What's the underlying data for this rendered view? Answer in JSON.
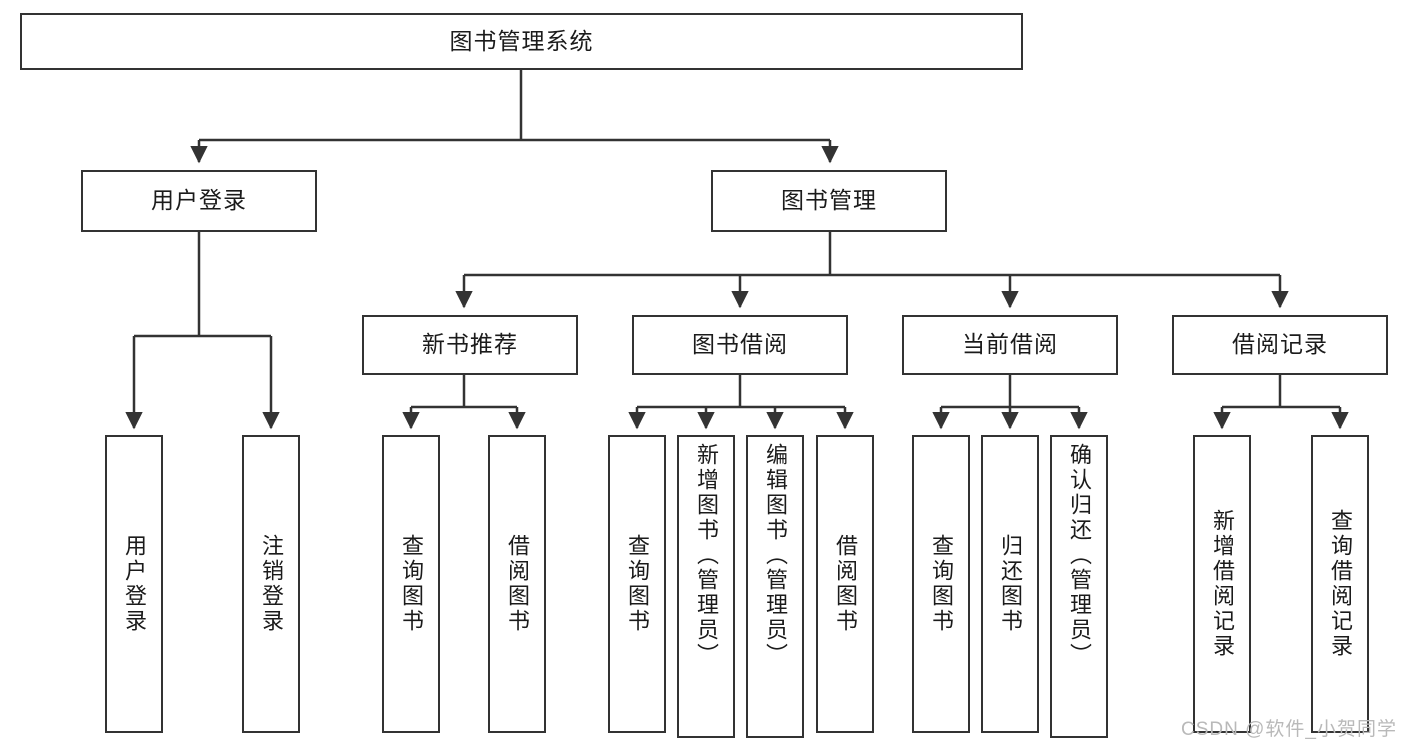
{
  "diagram": {
    "type": "tree-hierarchy",
    "title": "图书管理系统",
    "root": {
      "id": "root",
      "label": "图书管理系统"
    },
    "level2": [
      {
        "id": "user-login",
        "label": "用户登录"
      },
      {
        "id": "book-manage",
        "label": "图书管理"
      }
    ],
    "level3": [
      {
        "id": "new-book-recommend",
        "label": "新书推荐",
        "parent": "book-manage"
      },
      {
        "id": "book-borrow",
        "label": "图书借阅",
        "parent": "book-manage"
      },
      {
        "id": "current-borrow",
        "label": "当前借阅",
        "parent": "book-manage"
      },
      {
        "id": "borrow-record",
        "label": "借阅记录",
        "parent": "book-manage"
      }
    ],
    "leaves": {
      "user_login": [
        {
          "id": "leaf-user-login",
          "label": "用户登录"
        },
        {
          "id": "leaf-logout",
          "label": "注销登录"
        }
      ],
      "new_book_recommend": [
        {
          "id": "leaf-query-book-1",
          "label": "查询图书"
        },
        {
          "id": "leaf-borrow-book-1",
          "label": "借阅图书"
        }
      ],
      "book_borrow": [
        {
          "id": "leaf-query-book-2",
          "label": "查询图书"
        },
        {
          "id": "leaf-add-book",
          "label": "新增图书（管理员）"
        },
        {
          "id": "leaf-edit-book",
          "label": "编辑图书（管理员）"
        },
        {
          "id": "leaf-borrow-book-2",
          "label": "借阅图书"
        }
      ],
      "current_borrow": [
        {
          "id": "leaf-query-book-3",
          "label": "查询图书"
        },
        {
          "id": "leaf-return-book",
          "label": "归还图书"
        },
        {
          "id": "leaf-confirm-return",
          "label": "确认归还（管理员）"
        }
      ],
      "borrow_record": [
        {
          "id": "leaf-add-record",
          "label": "新增借阅记录"
        },
        {
          "id": "leaf-query-record",
          "label": "查询借阅记录"
        }
      ]
    },
    "colors": {
      "stroke": "#333333",
      "fill": "#ffffff",
      "text": "#1b1b1b",
      "watermark": "#b9b9b9"
    }
  },
  "watermark": {
    "text": "CSDN @软件_小贺同学"
  }
}
